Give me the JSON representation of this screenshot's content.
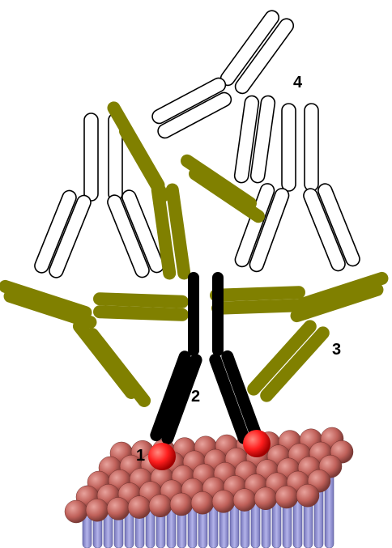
{
  "labels": {
    "one": "1",
    "two": "2",
    "three": "3",
    "four": "4"
  },
  "colors": {
    "primary_antibody": "#000000",
    "secondary_antibody": "#808000",
    "tertiary_antibody_fill": "#ffffff",
    "tertiary_antibody_stroke": "#000000",
    "bead": "#ff2020",
    "lattice_sphere": "#c9675f",
    "lattice_column": "#9a9ad4"
  }
}
